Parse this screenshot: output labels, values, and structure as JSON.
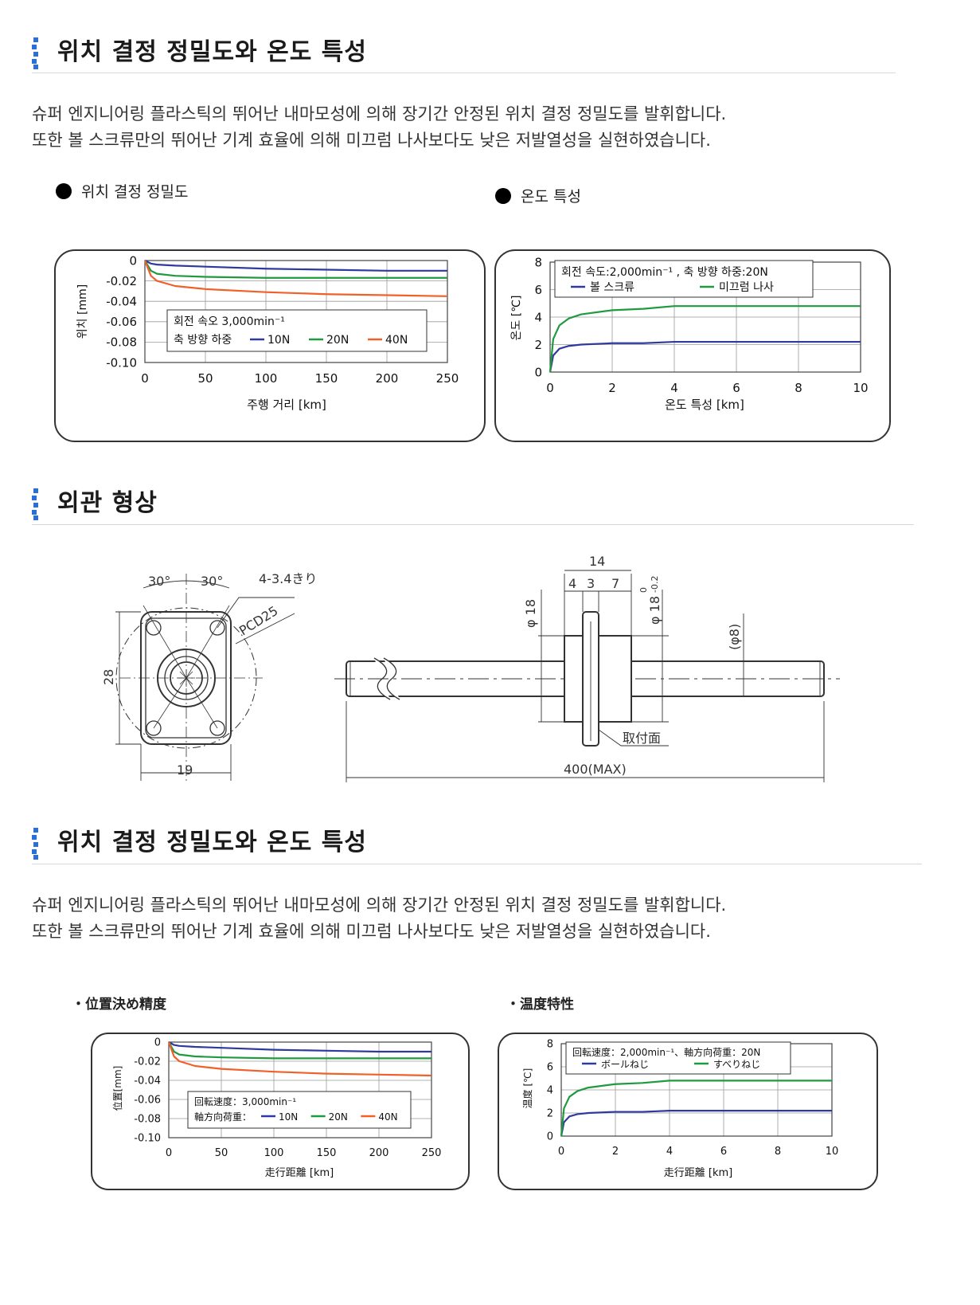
{
  "sections": [
    {
      "title": "위치 결정 정밀도와 온도 특성"
    },
    {
      "title": "외관 형상"
    },
    {
      "title": "위치 결정 정밀도와 온도 특성"
    }
  ],
  "intro": {
    "line1": "슈퍼 엔지니어링 플라스틱의 뛰어난 내마모성에 의해 장기간 안정된 위치 결정 정밀도를 발휘합니다.",
    "line2": "또한 볼 스크류만의 뛰어난 기계 효율에 의해 미끄럼 나사보다도 낮은 저발열성을 실현하였습니다."
  },
  "subheads": {
    "ko_position": "위치 결정 정밀도",
    "ko_temperature": "온도 특성",
    "jp_position": "・位置決め精度",
    "jp_temperature": "・温度特性"
  },
  "colors": {
    "blue": "#2e3a9e",
    "green": "#1f9a3f",
    "orange": "#f2602a",
    "accent": "#2a6fd6"
  },
  "chart_data": [
    {
      "type": "line",
      "id": "ko-position",
      "xlabel": "주행 거리  [km]",
      "ylabel": "위치 [mm]",
      "xlim": [
        0,
        250
      ],
      "ylim": [
        -0.1,
        0
      ],
      "xticks": [
        "0",
        "50",
        "100",
        "150",
        "200",
        "250"
      ],
      "yticks": [
        "0",
        "-0.02",
        "-0.04",
        "-0.06",
        "-0.08",
        "-0.10"
      ],
      "legend_title": "회전 속오 3,000min⁻¹",
      "legend_prefix": "축 방향 하중",
      "x": [
        0,
        5,
        10,
        25,
        50,
        100,
        150,
        200,
        250
      ],
      "series": [
        {
          "name": "10N",
          "color": "blue",
          "values": [
            0,
            -0.003,
            -0.004,
            -0.005,
            -0.006,
            -0.008,
            -0.009,
            -0.01,
            -0.01
          ]
        },
        {
          "name": "20N",
          "color": "green",
          "values": [
            0,
            -0.01,
            -0.013,
            -0.015,
            -0.016,
            -0.017,
            -0.017,
            -0.017,
            -0.017
          ]
        },
        {
          "name": "40N",
          "color": "orange",
          "values": [
            0,
            -0.015,
            -0.02,
            -0.025,
            -0.028,
            -0.031,
            -0.033,
            -0.034,
            -0.035
          ]
        }
      ],
      "grid": true
    },
    {
      "type": "line",
      "id": "ko-temperature",
      "xlabel": "온도 특성  [km]",
      "ylabel": "온도 [℃]",
      "xlim": [
        0,
        10
      ],
      "ylim": [
        0,
        8
      ],
      "xticks": [
        "0",
        "2",
        "4",
        "6",
        "8",
        "10"
      ],
      "yticks": [
        "0",
        "2",
        "4",
        "6",
        "8"
      ],
      "legend_title": "회전 속도:2,000min⁻¹ , 축 방향 하중:20N",
      "x": [
        0,
        0.1,
        0.3,
        0.6,
        1,
        2,
        3,
        4,
        5,
        6,
        7,
        8,
        9,
        10
      ],
      "series": [
        {
          "name": "볼 스크류",
          "color": "blue",
          "values": [
            0,
            1.2,
            1.7,
            1.9,
            2.0,
            2.1,
            2.1,
            2.2,
            2.2,
            2.2,
            2.2,
            2.2,
            2.2,
            2.2
          ]
        },
        {
          "name": "미끄럼 나사",
          "color": "green",
          "values": [
            0,
            2.4,
            3.4,
            3.9,
            4.2,
            4.5,
            4.6,
            4.8,
            4.8,
            4.8,
            4.8,
            4.8,
            4.8,
            4.8
          ]
        }
      ],
      "grid": true
    },
    {
      "type": "line",
      "id": "jp-position",
      "xlabel": "走行距離  [km]",
      "ylabel": "位置[mm]",
      "xlim": [
        0,
        250
      ],
      "ylim": [
        -0.1,
        0
      ],
      "xticks": [
        "0",
        "50",
        "100",
        "150",
        "200",
        "250"
      ],
      "yticks": [
        "0",
        "-0.02",
        "-0.04",
        "-0.06",
        "-0.08",
        "-0.10"
      ],
      "legend_title": "回転速度：3,000min⁻¹",
      "legend_prefix": "軸方向荷重：",
      "x": [
        0,
        5,
        10,
        25,
        50,
        100,
        150,
        200,
        250
      ],
      "series": [
        {
          "name": "10N",
          "color": "blue",
          "values": [
            0,
            -0.003,
            -0.004,
            -0.005,
            -0.006,
            -0.008,
            -0.009,
            -0.01,
            -0.01
          ]
        },
        {
          "name": "20N",
          "color": "green",
          "values": [
            0,
            -0.01,
            -0.013,
            -0.015,
            -0.016,
            -0.017,
            -0.017,
            -0.017,
            -0.017
          ]
        },
        {
          "name": "40N",
          "color": "orange",
          "values": [
            0,
            -0.015,
            -0.02,
            -0.025,
            -0.028,
            -0.031,
            -0.033,
            -0.034,
            -0.035
          ]
        }
      ],
      "grid": true
    },
    {
      "type": "line",
      "id": "jp-temperature",
      "xlabel": "走行距離  [km]",
      "ylabel": "温度 [℃]",
      "xlim": [
        0,
        10
      ],
      "ylim": [
        0,
        8
      ],
      "xticks": [
        "0",
        "2",
        "4",
        "6",
        "8",
        "10"
      ],
      "yticks": [
        "0",
        "2",
        "4",
        "6",
        "8"
      ],
      "legend_title": "回転速度：2,000min⁻¹、軸方向荷重：20N",
      "x": [
        0,
        0.1,
        0.3,
        0.6,
        1,
        2,
        3,
        4,
        5,
        6,
        7,
        8,
        9,
        10
      ],
      "series": [
        {
          "name": "ボールねじ",
          "color": "blue",
          "values": [
            0,
            1.2,
            1.7,
            1.9,
            2.0,
            2.1,
            2.1,
            2.2,
            2.2,
            2.2,
            2.2,
            2.2,
            2.2,
            2.2
          ]
        },
        {
          "name": "すべりねじ",
          "color": "green",
          "values": [
            0,
            2.4,
            3.4,
            3.9,
            4.2,
            4.5,
            4.6,
            4.8,
            4.8,
            4.8,
            4.8,
            4.8,
            4.8,
            4.8
          ]
        }
      ],
      "grid": true
    }
  ],
  "drawing": {
    "front": {
      "angle_left": "30°",
      "angle_right": "30°",
      "holes": "4-3.4きり",
      "pcd": "PCD25",
      "height": "28",
      "width": "19"
    },
    "side": {
      "dim_total": "14",
      "dim_a": "4",
      "dim_b": "3",
      "dim_c": "7",
      "phi_flange": "φ 18",
      "phi_nut": "φ 18",
      "phi_nut_tol_up": "0",
      "phi_nut_tol_low": "-0.2",
      "phi_shaft": "(φ8)",
      "mount_face": "取付面",
      "length": "400(MAX)"
    }
  }
}
